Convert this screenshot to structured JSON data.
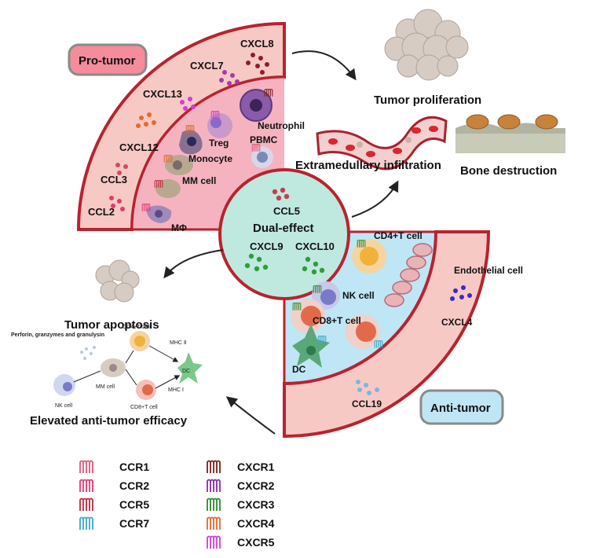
{
  "labels": {
    "pro_tumor": "Pro-tumor",
    "anti_tumor": "Anti-tumor",
    "tumor_proliferation": "Tumor proliferation",
    "extramedullary": "Extramedullary infiltration",
    "bone_destruction": "Bone destruction",
    "tumor_apoptosis": "Tumor apoptosis",
    "elevated": "Elevated anti-tumor efficacy",
    "dual_effect": "Dual-effect",
    "ccl5": "CCL5",
    "cxcl9": "CXCL9",
    "cxcl10": "CXCL10"
  },
  "pro_chemokines": [
    "CXCL8",
    "CXCL7",
    "CXCL13",
    "CXCL12",
    "CCL3",
    "CCL2"
  ],
  "pro_cells": [
    "Neutrophil",
    "Treg",
    "PBMC",
    "Monocyte",
    "MM cell",
    "MΦ"
  ],
  "anti_chemokines": [
    "CXCL4",
    "CCL19"
  ],
  "anti_cells": [
    "CD4+T cell",
    "Endothelial cell",
    "NK cell",
    "CD8+T cell",
    "DC"
  ],
  "mini_diagram": {
    "perforin": "Perforin, granzymes and granulysin",
    "cd4": "CD4+T cell",
    "mhc2": "MHC Ⅱ",
    "mm": "MM cell",
    "dc": "DC",
    "mhc1": "MHC Ⅰ",
    "nk": "NK cell",
    "cd8": "CD8+T cell"
  },
  "legend": [
    {
      "label": "CCR1",
      "color": "#e0557a"
    },
    {
      "label": "CCR2",
      "color": "#e33a73"
    },
    {
      "label": "CCR5",
      "color": "#c0283c"
    },
    {
      "label": "CCR7",
      "color": "#3aa8c8"
    },
    {
      "label": "CXCR1",
      "color": "#7a1f1f"
    },
    {
      "label": "CXCR2",
      "color": "#8a2aa8"
    },
    {
      "label": "CXCR3",
      "color": "#2e8b2e"
    },
    {
      "label": "CXCR4",
      "color": "#e06a2a"
    },
    {
      "label": "CXCR5",
      "color": "#d23ad2"
    }
  ],
  "colors": {
    "ring_border": "#b8232f",
    "ring_fill": "#f7c9c4",
    "pro_inner": "#f5b3c0",
    "anti_inner": "#bfe6f5",
    "center_fill": "#bfe9df"
  }
}
